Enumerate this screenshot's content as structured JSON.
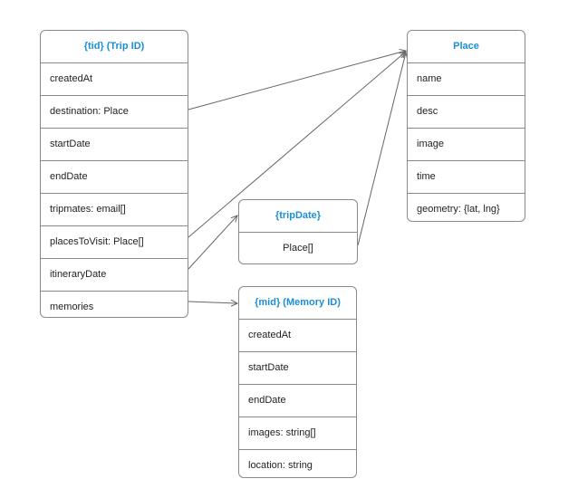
{
  "trip": {
    "title": "{tid} (Trip ID)",
    "fields": [
      "createdAt",
      "destination: Place",
      "startDate",
      "endDate",
      "tripmates: email[]",
      "placesToVisit: Place[]",
      "itineraryDate",
      "memories"
    ]
  },
  "place": {
    "title": "Place",
    "fields": [
      "name",
      "desc",
      "image",
      "time",
      "geometry: {lat, lng}"
    ]
  },
  "tripdate": {
    "title": "{tripDate}",
    "fields": [
      "Place[]"
    ]
  },
  "memory": {
    "title": "{mid} (Memory ID)",
    "fields": [
      "createdAt",
      "startDate",
      "endDate",
      "images: string[]",
      "location: string"
    ]
  },
  "colors": {
    "header_text": "#1a8fd6",
    "border": "#8a8a8a",
    "connector": "#666666"
  }
}
